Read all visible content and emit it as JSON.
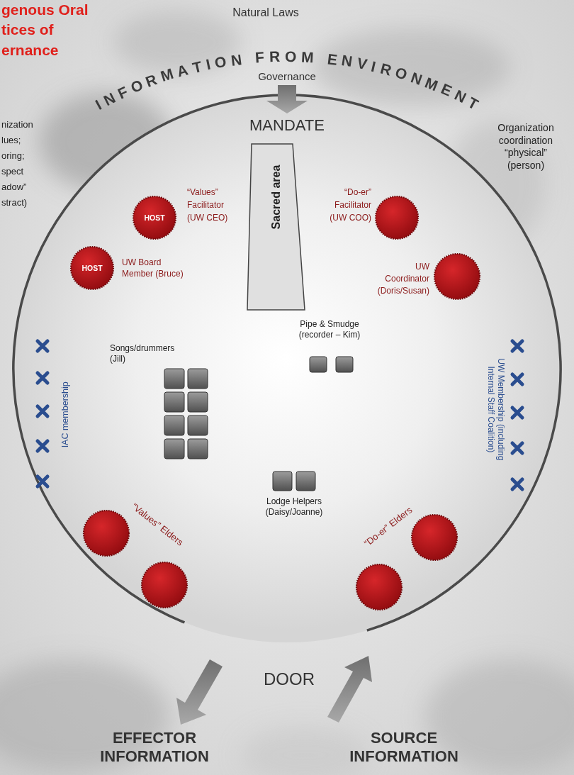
{
  "diagram": {
    "title": "genous Oral tices of ernance",
    "nodes": [
      {
        "text": [
          "MANDATE",
          "DOOR"
        ]
      },
      {
        "text": [
          "Sacred area"
        ],
        "in": 0
      },
      {
        "text": [
          "HOST",
          "“Values” Facilitator (UW CEO)"
        ],
        "in": 0
      },
      {
        "text": [
          "“Do-er” Facilitator (UW COO)"
        ],
        "in": 0
      },
      {
        "text": [
          "HOST",
          "UW Board Member (Bruce)"
        ],
        "in": 0
      },
      {
        "text": [
          "UW Coordinator (Doris/Susan)"
        ],
        "in": 0
      },
      {
        "text": [
          "Pipe & Smudge (recorder – Kim)"
        ],
        "in": 0
      },
      {
        "text": [
          "Songs/drummers (Jill)"
        ],
        "in": 0
      },
      {
        "text": [
          "IAC membership"
        ],
        "in": 0
      },
      {
        "text": [
          "UW Membership (including Internal Staff Coalition)"
        ],
        "in": 0
      },
      {
        "text": [
          "Lodge Helpers (Daisy/Joanne)"
        ],
        "in": 0
      },
      {
        "text": [
          "“Values” Elders"
        ],
        "in": 0
      },
      {
        "text": [
          "“Do-er” Elders"
        ],
        "in": 0
      }
    ],
    "labels": [
      "Natural Laws",
      "INFORMATION FROM ENVIRONMENT",
      "Governance",
      "nization lues; oring; spect adow” stract)",
      "Organization coordination “physical” (person)",
      "EFFECTOR INFORMATION",
      "SOURCE INFORMATION"
    ]
  }
}
